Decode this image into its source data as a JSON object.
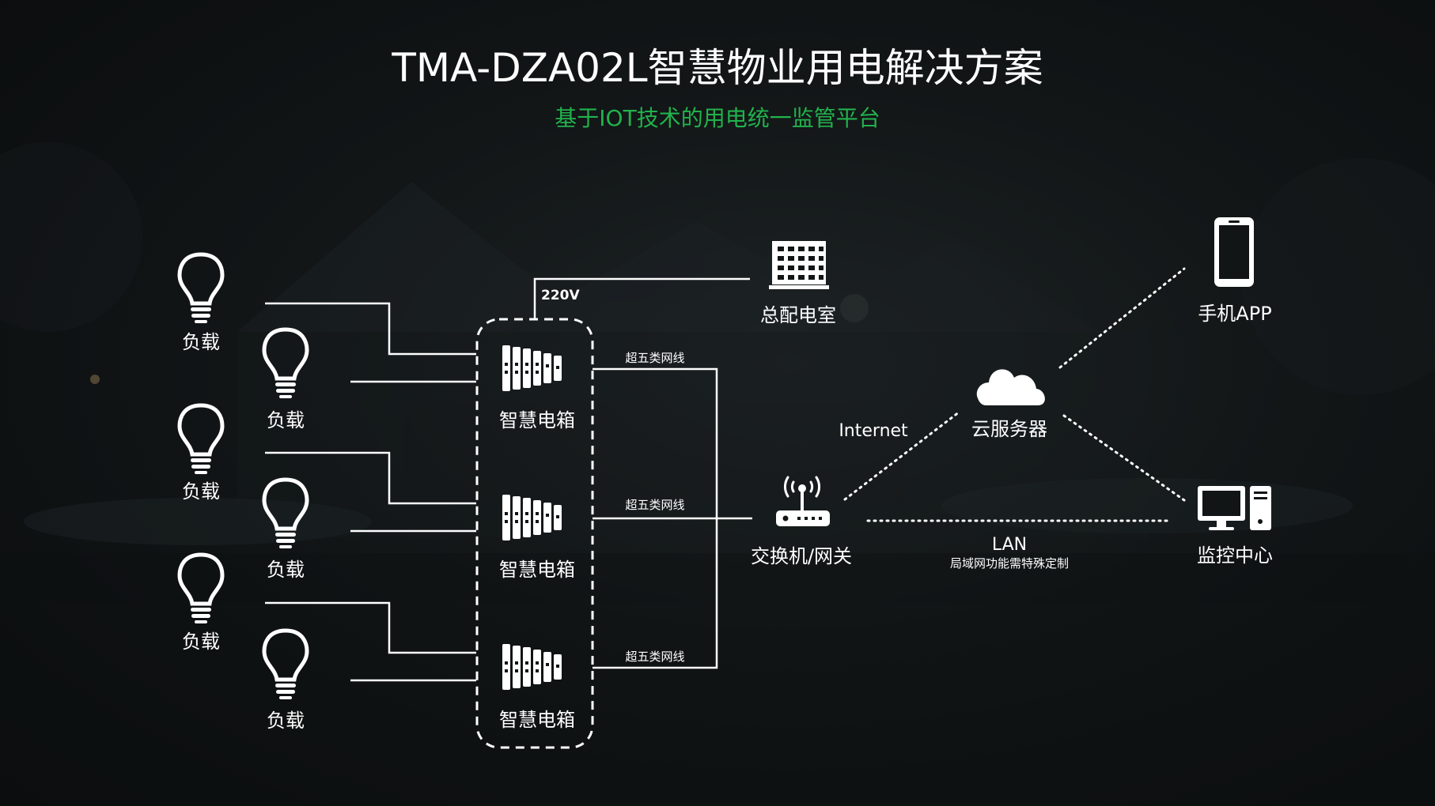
{
  "title": "TMA-DZA02L智慧物业用电解决方案",
  "subtitle": "基于IOT技术的用电统一监管平台",
  "load_label": "负载",
  "cabinet_label": "智慧电箱",
  "voltage_label": "220V",
  "distribution_room_label": "总配电室",
  "cable_label": "超五类网线",
  "switch_label": "交换机/网关",
  "internet_label": "Internet",
  "cloud_label": "云服务器",
  "phone_label": "手机APP",
  "monitor_label": "监控中心",
  "lan_label": "LAN",
  "lan_note": "局域网功能需特殊定制",
  "colors": {
    "accent": "#22b24c",
    "line": "#ffffff",
    "background": "#111516"
  }
}
